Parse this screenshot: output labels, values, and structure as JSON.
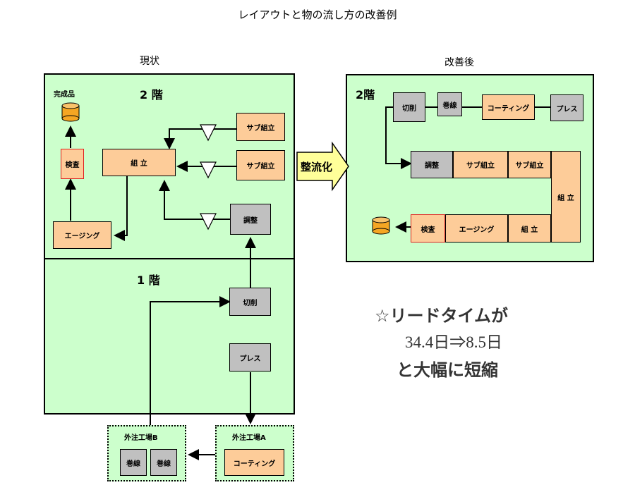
{
  "title": "レイアウトと物の流し方の改善例",
  "before": {
    "header": "現状",
    "floor2": {
      "label": "2 階",
      "finished": "完成品",
      "inspection": "検査",
      "assembly": "組 立",
      "sub_assembly_1": "サブ組立",
      "sub_assembly_2": "サブ組立",
      "adjustment": "調整",
      "aging": "エージング"
    },
    "floor1": {
      "label": "1 階",
      "cutting": "切削",
      "press": "プレス"
    },
    "vendor_b": {
      "label": "外注工場B",
      "winding_1": "巻線",
      "winding_2": "巻線"
    },
    "vendor_a": {
      "label": "外注工場A",
      "coating": "コーティング"
    }
  },
  "transition": {
    "label": "整流化"
  },
  "after": {
    "header": "改善後",
    "floor_label": "2階",
    "cutting": "切削",
    "winding": "巻線",
    "coating": "コーティング",
    "press": "プレス",
    "adjustment": "調整",
    "sub_assembly_1": "サブ組立",
    "sub_assembly_2": "サブ組立",
    "assembly_vertical": "組 立",
    "assembly": "組 立",
    "aging": "エージング",
    "inspection": "検査"
  },
  "callout": {
    "line1": "☆リードタイムが",
    "line2": "34.4日⇒8.5日",
    "line3": "と大幅に短縮"
  },
  "colors": {
    "panel_bg": "#ccffcc",
    "process_orange": "#fdcc99",
    "process_gray": "#c0c0c0",
    "arrow_yellow": "#ffff99",
    "inventory": "#f5a623"
  }
}
